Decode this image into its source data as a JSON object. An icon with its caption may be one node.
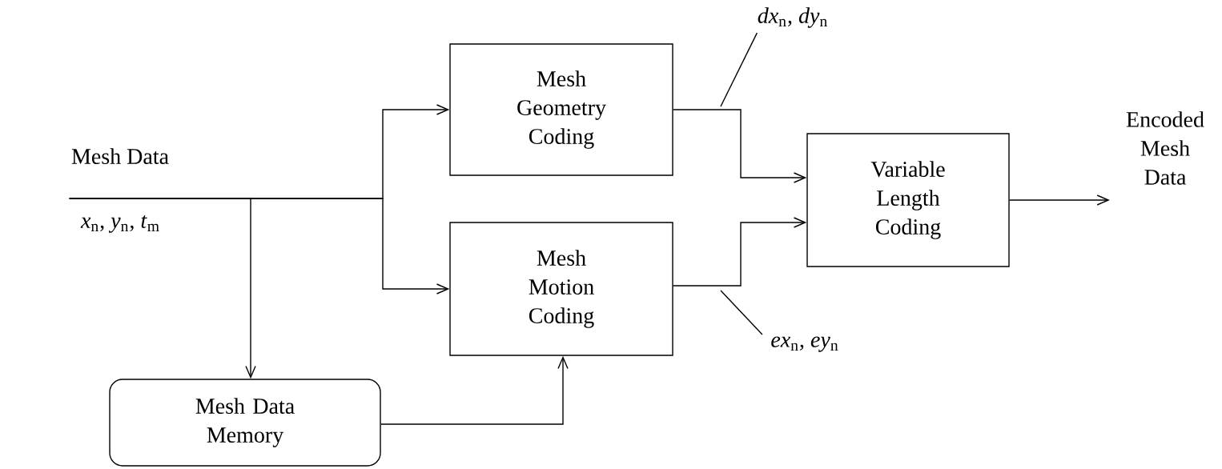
{
  "diagram": {
    "nodes": [
      {
        "text": [
          "Mesh Data",
          "*x*$_{n}$,  *y*$_{n}$,  *t*$_{m}$"
        ]
      },
      {
        "text": [
          "Mesh Geometry Coding"
        ]
      },
      {
        "text": [
          "Mesh Motion Coding"
        ]
      },
      {
        "text": [
          "Variable Length Coding"
        ]
      },
      {
        "text": [
          "Mesh Data Memory"
        ]
      },
      {
        "text": [
          "Encoded Mesh Data"
        ]
      },
      {
        "text": [
          "*dx*$_{n}$,  *dy*$_{n}$"
        ]
      },
      {
        "text": [
          "*ex*$_{n}$,  *ey*$_{n}$"
        ]
      }
    ],
    "edges": [
      {
        "from": 0,
        "to": 1,
        "arrow": "to"
      },
      {
        "from": 0,
        "to": 2,
        "arrow": "to"
      },
      {
        "from": 0,
        "to": 4,
        "arrow": "to"
      },
      {
        "from": 4,
        "to": 2,
        "arrow": "to"
      },
      {
        "from": 1,
        "to": 3,
        "arrow": "to"
      },
      {
        "from": 2,
        "to": 3,
        "arrow": "to"
      },
      {
        "from": 3,
        "to": 5,
        "arrow": "to"
      },
      {
        "from": 6,
        "to": null,
        "arrow": "none"
      },
      {
        "from": 7,
        "to": null,
        "arrow": "none"
      }
    ]
  }
}
